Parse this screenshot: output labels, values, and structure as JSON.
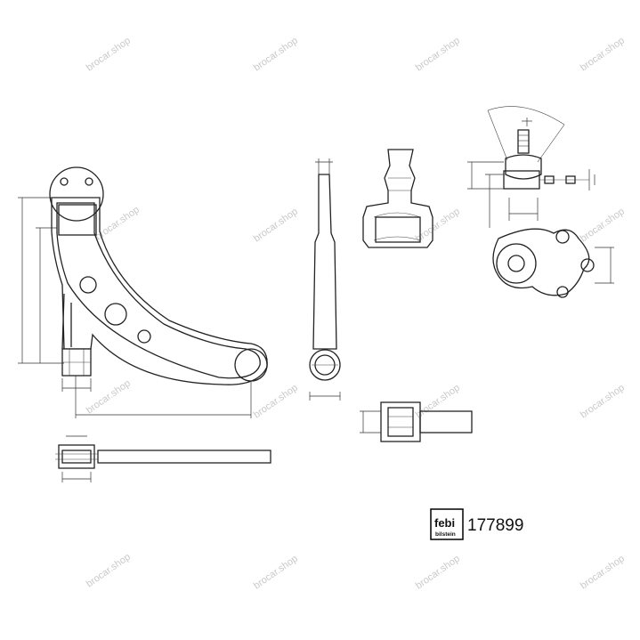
{
  "brand": {
    "logo_main": "febi",
    "logo_sub": "bilstein",
    "color": "#111111"
  },
  "part_number": "177899",
  "watermark": {
    "text": "brocar.shop",
    "color": "#c9c9c9"
  }
}
